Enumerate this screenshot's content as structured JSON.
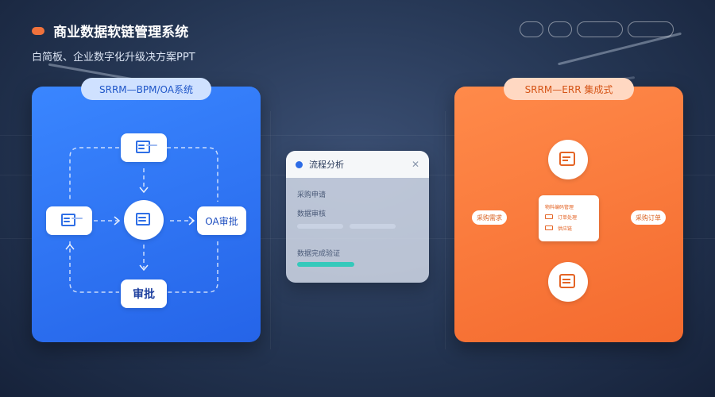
{
  "header": {
    "title": "商业数据软链管理系统",
    "subtitle": "白简板、企业数字化升级决方案PPT"
  },
  "top_buttons": [
    "",
    "",
    "",
    ""
  ],
  "left_panel": {
    "label": "SRRM—BPM/OA系统",
    "nodes": {
      "oa": "OA审批",
      "approve": "审批"
    }
  },
  "center_card": {
    "title": "流程分析",
    "rows": [
      "采购申请",
      "数据审核",
      "数据完成验证"
    ]
  },
  "right_panel": {
    "label": "SRRM—ERR 集成式",
    "mini_card": [
      "物料编码管理",
      "订单处理",
      "供应链"
    ],
    "side_left": "采购需求",
    "side_right": "采购订单"
  },
  "colors": {
    "blue": "#2f6fe6",
    "orange": "#f46a2e",
    "teal": "#35c9bb"
  }
}
